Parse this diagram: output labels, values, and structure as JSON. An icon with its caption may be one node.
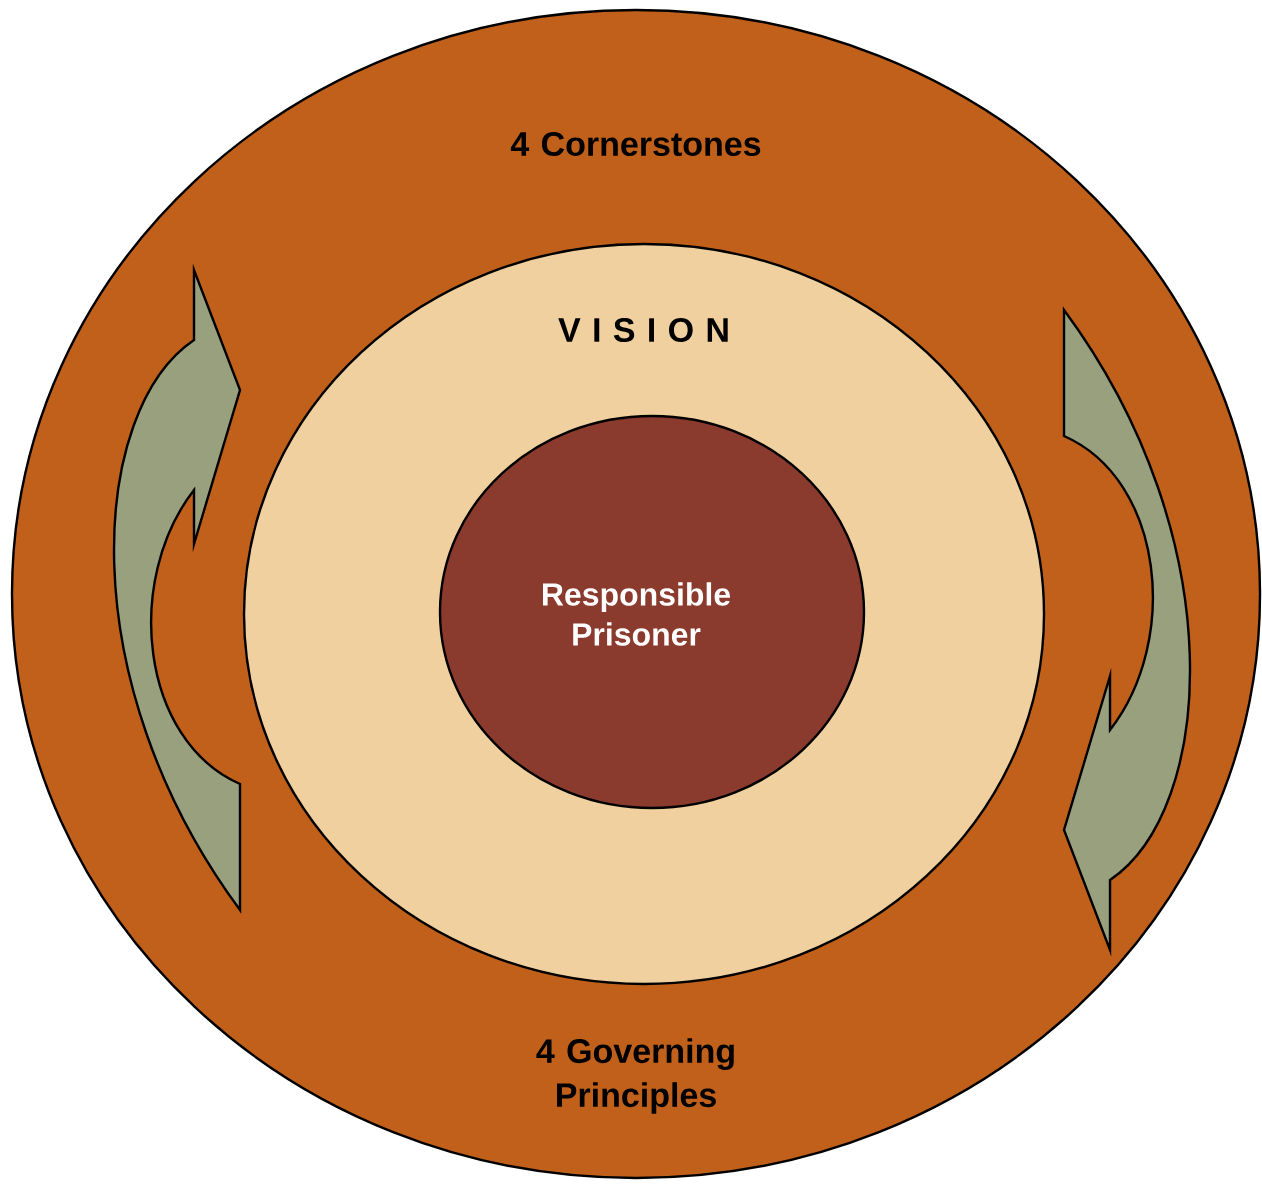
{
  "diagram": {
    "nodes": [
      {
        "text": [
          "4 Cornerstones",
          "4 Governing Principles"
        ]
      },
      {
        "text": [
          "V I S I O N"
        ],
        "in": 0
      },
      {
        "text": [
          "Responsible Prisoner"
        ],
        "in": 1
      }
    ]
  }
}
